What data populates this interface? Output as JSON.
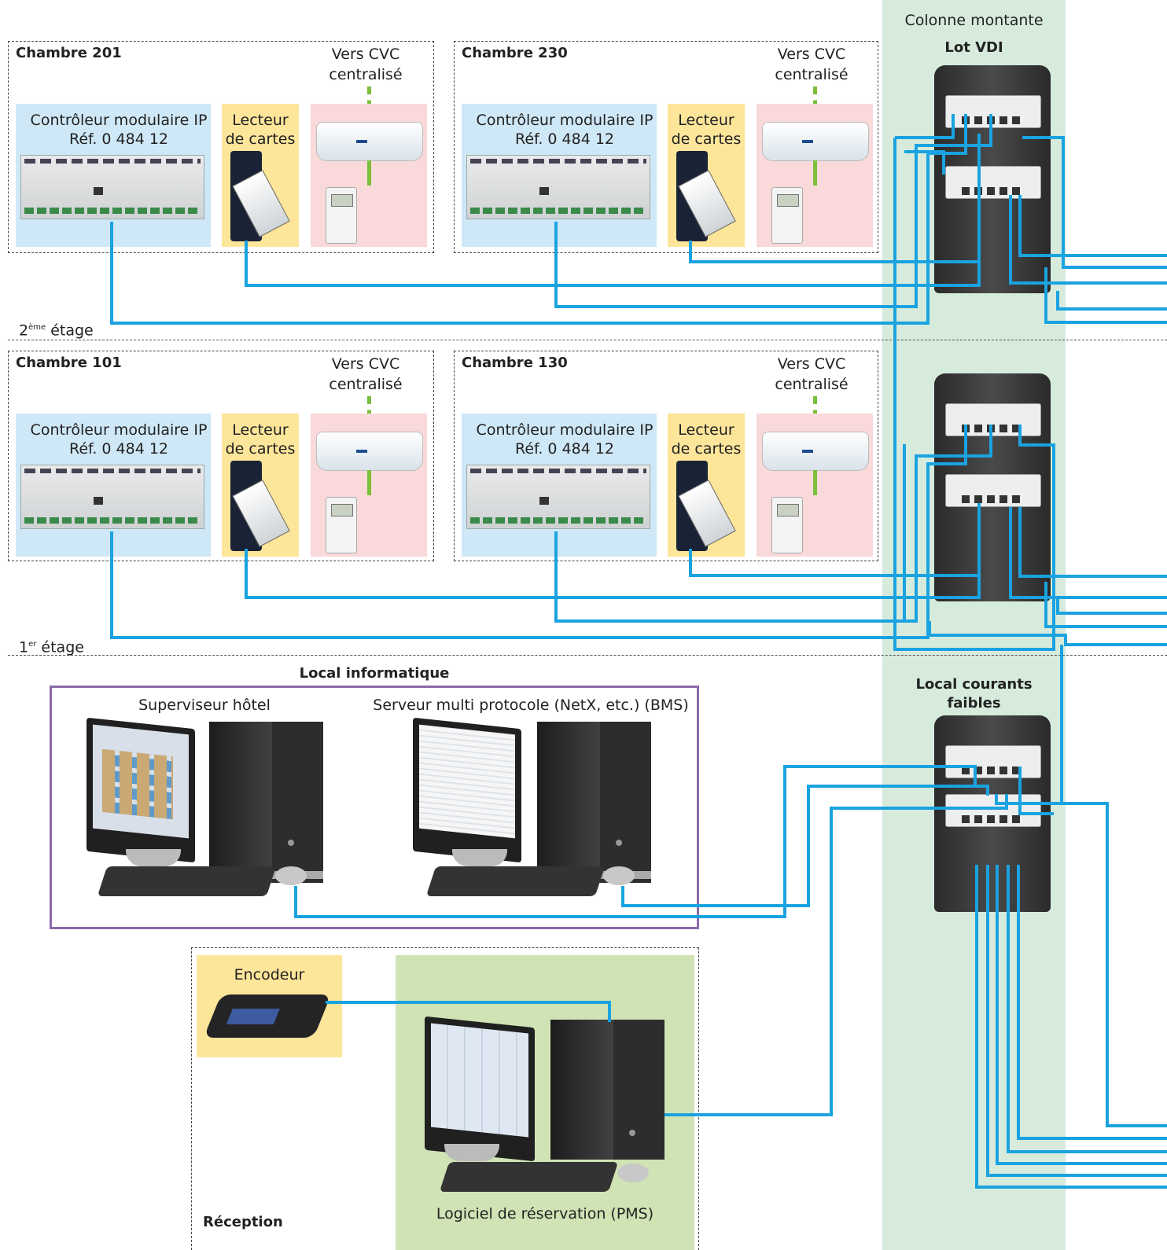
{
  "riser": {
    "title": "Colonne montante",
    "vdi_label": "Lot VDI",
    "low_current_label_line1": "Local courants",
    "low_current_label_line2": "faibles"
  },
  "floors": {
    "floor2_label": "étage",
    "floor2_num": "2",
    "floor2_sup": "ème",
    "floor1_label": "étage",
    "floor1_num": "1",
    "floor1_sup": "er"
  },
  "rooms": [
    {
      "name": "Chambre 201",
      "cvc_line1": "Vers CVC",
      "cvc_line2": "centralisé",
      "ctrl_line1": "Contrôleur modulaire IP",
      "ctrl_line2": "Réf. 0 484 12",
      "reader_line1": "Lecteur",
      "reader_line2": "de cartes"
    },
    {
      "name": "Chambre 230",
      "cvc_line1": "Vers CVC",
      "cvc_line2": "centralisé",
      "ctrl_line1": "Contrôleur modulaire IP",
      "ctrl_line2": "Réf. 0 484 12",
      "reader_line1": "Lecteur",
      "reader_line2": "de cartes"
    },
    {
      "name": "Chambre 101",
      "cvc_line1": "Vers CVC",
      "cvc_line2": "centralisé",
      "ctrl_line1": "Contrôleur modulaire IP",
      "ctrl_line2": "Réf. 0 484 12",
      "reader_line1": "Lecteur",
      "reader_line2": "de cartes"
    },
    {
      "name": "Chambre 130",
      "cvc_line1": "Vers CVC",
      "cvc_line2": "centralisé",
      "ctrl_line1": "Contrôleur modulaire IP",
      "ctrl_line2": "Réf. 0 484 12",
      "reader_line1": "Lecteur",
      "reader_line2": "de cartes"
    }
  ],
  "it_room": {
    "title": "Local informatique",
    "supervisor": "Superviseur hôtel",
    "server": "Serveur multi protocole (NetX, etc.) (BMS)"
  },
  "reception": {
    "title": "Réception",
    "encoder": "Encodeur",
    "pms": "Logiciel de réservation (PMS)"
  },
  "colors": {
    "cable": "#1aa3e0",
    "cvc_link": "#7cbf3a",
    "riser_bg": "#d6ebdc",
    "controller_bg": "#cfe8f7",
    "reader_bg": "#fde59a",
    "hvac_bg": "#f9d9d9",
    "it_border": "#8a6aa8"
  }
}
